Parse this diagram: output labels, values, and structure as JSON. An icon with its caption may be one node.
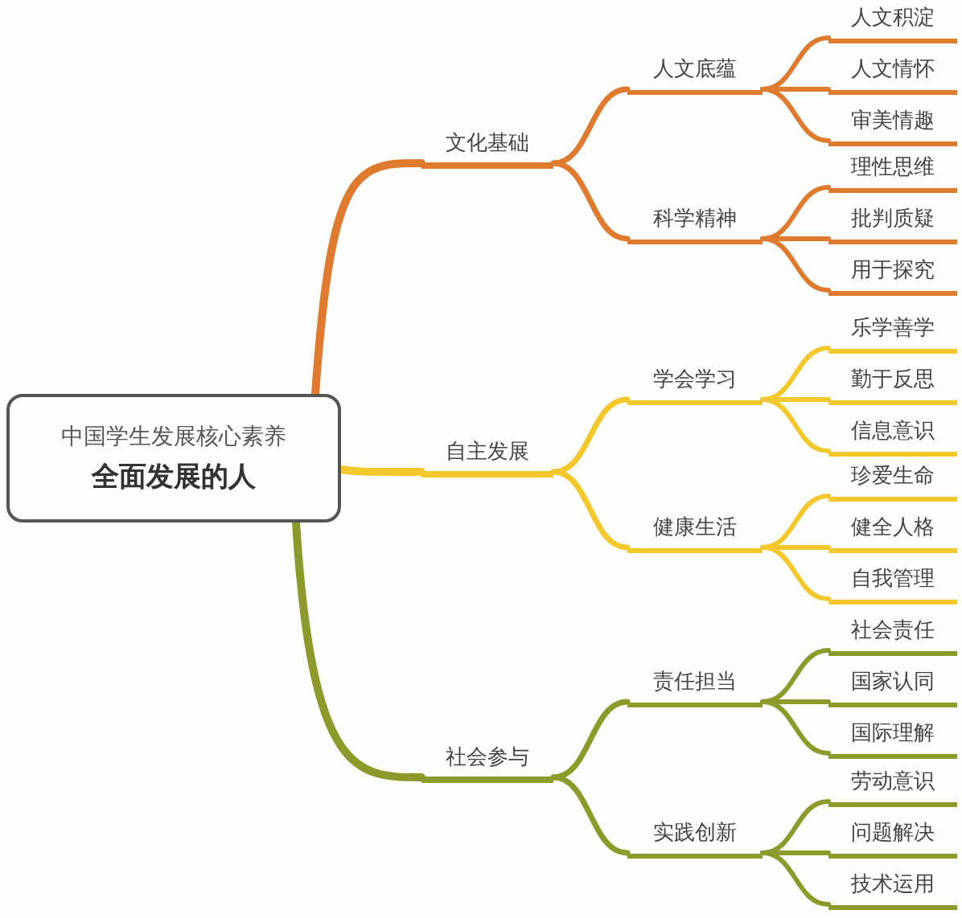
{
  "diagram": {
    "nodes": [
      {
        "text": [
          "中国学生发展核心素养",
          "全面发展的人"
        ]
      },
      {
        "text": [
          "文化基础"
        ]
      },
      {
        "text": [
          "人文底蕴"
        ]
      },
      {
        "text": [
          "人文积淀"
        ]
      },
      {
        "text": [
          "人文情怀"
        ]
      },
      {
        "text": [
          "审美情趣"
        ]
      },
      {
        "text": [
          "科学精神"
        ]
      },
      {
        "text": [
          "理性思维"
        ]
      },
      {
        "text": [
          "批判质疑"
        ]
      },
      {
        "text": [
          "用于探究"
        ]
      },
      {
        "text": [
          "自主发展"
        ]
      },
      {
        "text": [
          "学会学习"
        ]
      },
      {
        "text": [
          "乐学善学"
        ]
      },
      {
        "text": [
          "勤于反思"
        ]
      },
      {
        "text": [
          "信息意识"
        ]
      },
      {
        "text": [
          "健康生活"
        ]
      },
      {
        "text": [
          "珍爱生命"
        ]
      },
      {
        "text": [
          "健全人格"
        ]
      },
      {
        "text": [
          "自我管理"
        ]
      },
      {
        "text": [
          "社会参与"
        ]
      },
      {
        "text": [
          "责任担当"
        ]
      },
      {
        "text": [
          "社会责任"
        ]
      },
      {
        "text": [
          "国家认同"
        ]
      },
      {
        "text": [
          "国际理解"
        ]
      },
      {
        "text": [
          "实践创新"
        ]
      },
      {
        "text": [
          "劳动意识"
        ]
      },
      {
        "text": [
          "问题解决"
        ]
      },
      {
        "text": [
          "技术运用"
        ]
      }
    ],
    "edges": [
      {
        "from": 0,
        "to": 1,
        "arrow": "none",
        "color": "#e07a2e"
      },
      {
        "from": 1,
        "to": 2,
        "arrow": "none",
        "color": "#e07a2e"
      },
      {
        "from": 2,
        "to": 3,
        "arrow": "none",
        "color": "#e07a2e"
      },
      {
        "from": 2,
        "to": 4,
        "arrow": "none",
        "color": "#e07a2e"
      },
      {
        "from": 2,
        "to": 5,
        "arrow": "none",
        "color": "#e07a2e"
      },
      {
        "from": 1,
        "to": 6,
        "arrow": "none",
        "color": "#e07a2e"
      },
      {
        "from": 6,
        "to": 7,
        "arrow": "none",
        "color": "#e07a2e"
      },
      {
        "from": 6,
        "to": 8,
        "arrow": "none",
        "color": "#e07a2e"
      },
      {
        "from": 6,
        "to": 9,
        "arrow": "none",
        "color": "#e07a2e"
      },
      {
        "from": 0,
        "to": 10,
        "arrow": "none",
        "color": "#f2c82c"
      },
      {
        "from": 10,
        "to": 11,
        "arrow": "none",
        "color": "#f2c82c"
      },
      {
        "from": 11,
        "to": 12,
        "arrow": "none",
        "color": "#f2c82c"
      },
      {
        "from": 11,
        "to": 13,
        "arrow": "none",
        "color": "#f2c82c"
      },
      {
        "from": 11,
        "to": 14,
        "arrow": "none",
        "color": "#f2c82c"
      },
      {
        "from": 10,
        "to": 15,
        "arrow": "none",
        "color": "#f2c82c"
      },
      {
        "from": 15,
        "to": 16,
        "arrow": "none",
        "color": "#f2c82c"
      },
      {
        "from": 15,
        "to": 17,
        "arrow": "none",
        "color": "#f2c82c"
      },
      {
        "from": 15,
        "to": 18,
        "arrow": "none",
        "color": "#f2c82c"
      },
      {
        "from": 0,
        "to": 19,
        "arrow": "none",
        "color": "#8c9a2c"
      },
      {
        "from": 19,
        "to": 20,
        "arrow": "none",
        "color": "#8c9a2c"
      },
      {
        "from": 20,
        "to": 21,
        "arrow": "none",
        "color": "#8c9a2c"
      },
      {
        "from": 20,
        "to": 22,
        "arrow": "none",
        "color": "#8c9a2c"
      },
      {
        "from": 20,
        "to": 23,
        "arrow": "none",
        "color": "#8c9a2c"
      },
      {
        "from": 19,
        "to": 24,
        "arrow": "none",
        "color": "#8c9a2c"
      },
      {
        "from": 24,
        "to": 25,
        "arrow": "none",
        "color": "#8c9a2c"
      },
      {
        "from": 24,
        "to": 26,
        "arrow": "none",
        "color": "#8c9a2c"
      },
      {
        "from": 24,
        "to": 27,
        "arrow": "none",
        "color": "#8c9a2c"
      }
    ]
  }
}
